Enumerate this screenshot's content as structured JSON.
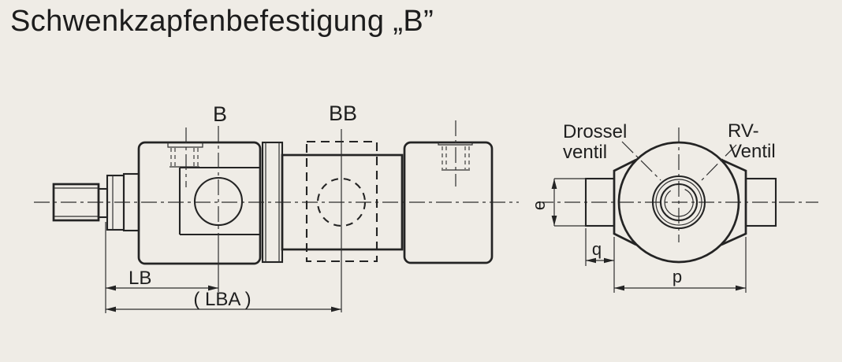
{
  "title": "Schwenkzapfenbefestigung „B”",
  "colors": {
    "background": "#efece6",
    "line": "#242424"
  },
  "side_view": {
    "pin_label": "B",
    "alternate_pin_label": "BB",
    "dim_lb": "LB",
    "dim_lba": "( LBA )"
  },
  "front_view": {
    "throttle_valve_label_line1": "Drossel",
    "throttle_valve_label_line2": "ventil",
    "check_valve_label_line1": "RV-",
    "check_valve_label_line2": "Ventil",
    "dim_e": "e",
    "dim_q": "q",
    "dim_p": "p"
  }
}
